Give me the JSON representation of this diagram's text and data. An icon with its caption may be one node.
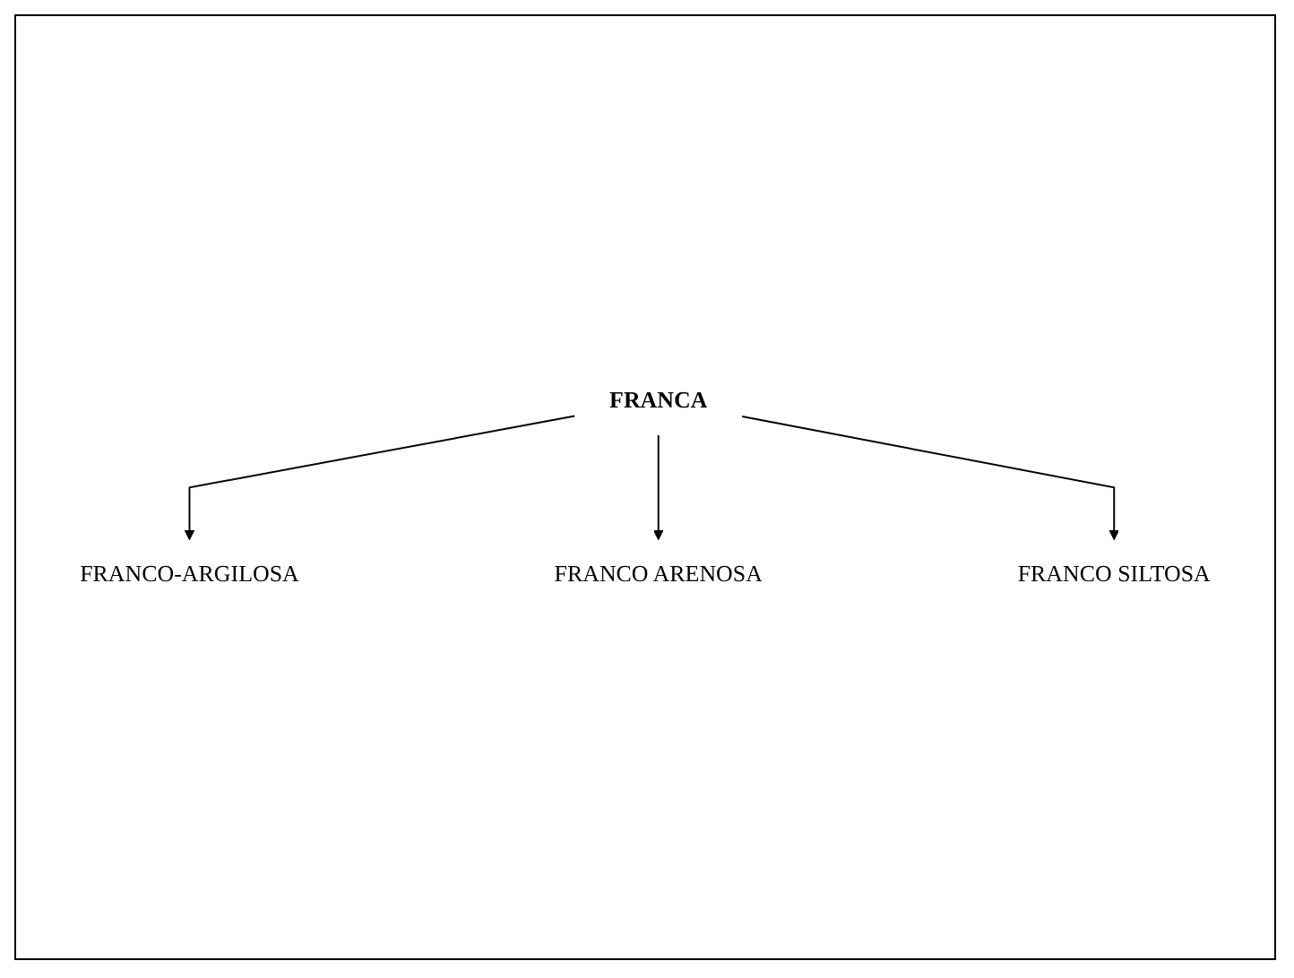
{
  "diagram": {
    "nodes": [
      {
        "text": [
          "FRANCO-ARGILOSA"
        ]
      },
      {
        "text": [
          "FRANCA"
        ]
      },
      {
        "text": [
          "FRANCO ARENOSA"
        ]
      },
      {
        "text": [
          "FRANCO SILTOSA"
        ]
      }
    ],
    "edges": [
      {
        "from": 1,
        "to": 0,
        "arrow": "to"
      },
      {
        "from": 1,
        "to": 2,
        "arrow": "to"
      },
      {
        "from": 1,
        "to": 3,
        "arrow": "to"
      }
    ]
  }
}
